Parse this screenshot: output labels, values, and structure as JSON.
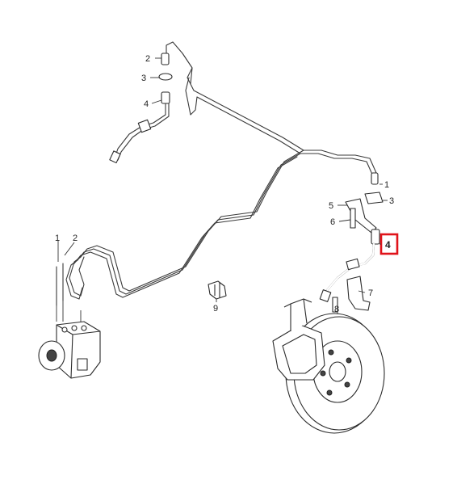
{
  "diagram": {
    "callouts": [
      {
        "id": "c-top-2",
        "label": "2"
      },
      {
        "id": "c-top-3",
        "label": "3"
      },
      {
        "id": "c-top-4",
        "label": "4"
      },
      {
        "id": "c-right-1",
        "label": "1"
      },
      {
        "id": "c-right-3",
        "label": "3"
      },
      {
        "id": "c-right-5",
        "label": "5"
      },
      {
        "id": "c-right-6",
        "label": "6"
      },
      {
        "id": "c-left-1",
        "label": "1"
      },
      {
        "id": "c-left-2",
        "label": "2"
      },
      {
        "id": "c-mid-9",
        "label": "9"
      },
      {
        "id": "c-hose-7",
        "label": "7"
      },
      {
        "id": "c-hose-8",
        "label": "8"
      }
    ],
    "highlighted_callout": {
      "label": "4",
      "highlight_color": "#e0131a"
    },
    "parts": [
      "brake-line-set",
      "abs-hydraulic-unit",
      "brake-hose",
      "brake-disc",
      "brake-caliper",
      "line-clip",
      "hose-bracket",
      "banjo-bolt",
      "retaining-clip",
      "union-nut"
    ]
  }
}
